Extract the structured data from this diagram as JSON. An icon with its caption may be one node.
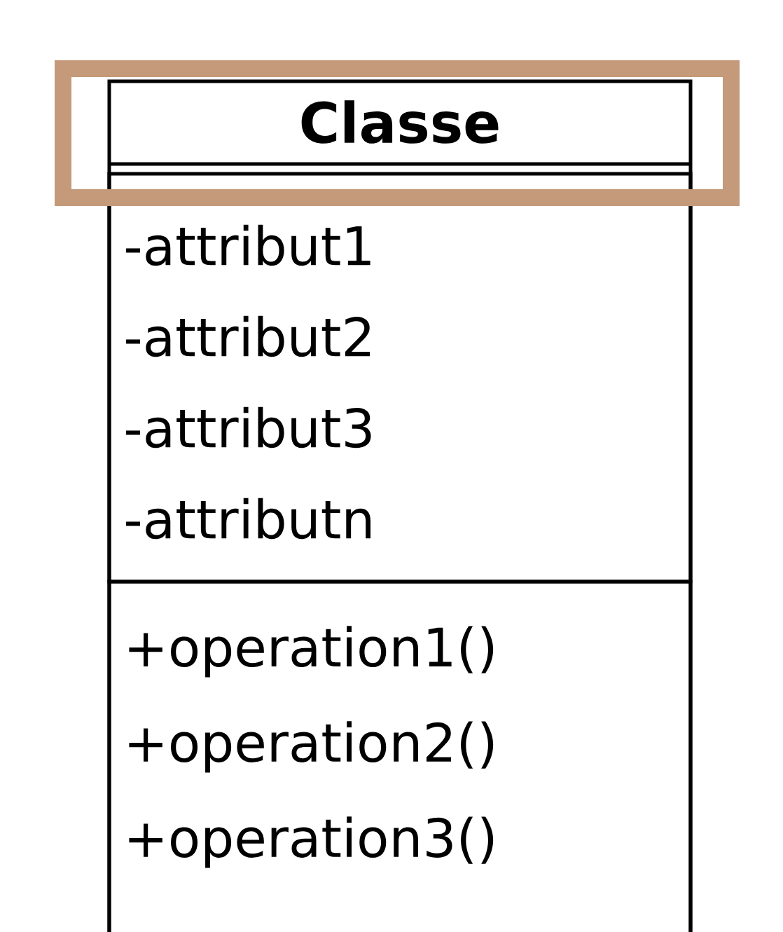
{
  "diagram": {
    "nodes": [
      {
        "text": [
          "Classe"
        ]
      },
      {
        "text": [
          "-attribut1",
          "-attribut2",
          "-attribut3",
          "-attributn"
        ],
        "in": 0
      },
      {
        "text": [
          "+operation1()",
          "+operation2()",
          "+operation3()"
        ],
        "in": 0
      }
    ]
  }
}
